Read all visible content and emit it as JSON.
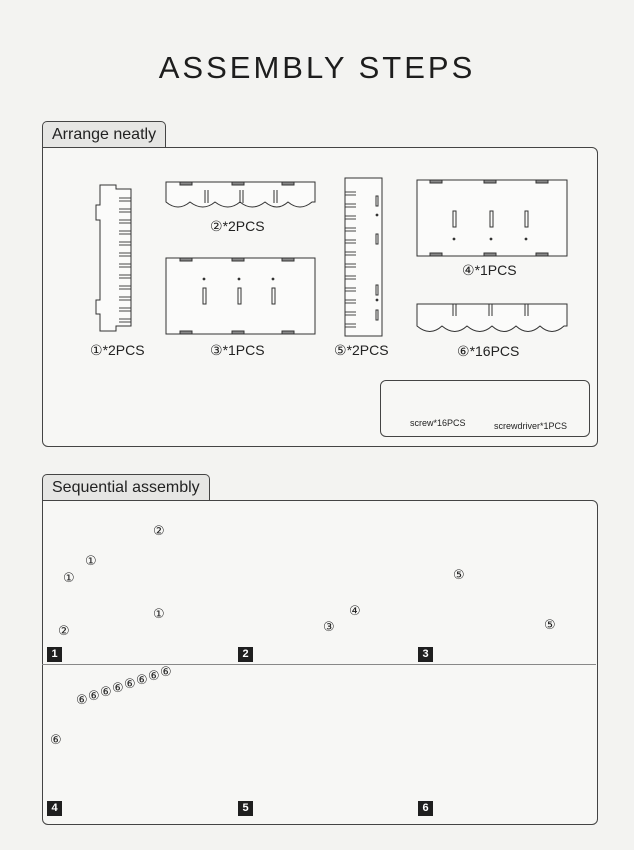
{
  "title": "ASSEMBLY STEPS",
  "sections": {
    "arrange": "Arrange neatly",
    "sequential": "Sequential assembly"
  },
  "parts": [
    {
      "num": "①",
      "qty": "*2PCS"
    },
    {
      "num": "②",
      "qty": "*2PCS"
    },
    {
      "num": "③",
      "qty": "*1PCS"
    },
    {
      "num": "④",
      "qty": "*1PCS"
    },
    {
      "num": "⑤",
      "qty": "*2PCS"
    },
    {
      "num": "⑥",
      "qty": "*16PCS"
    }
  ],
  "tools": [
    {
      "name": "screw",
      "qty": "*16PCS"
    },
    {
      "name": "screwdriver",
      "qty": "*1PCS"
    }
  ],
  "steps": [
    "1",
    "2",
    "3",
    "4",
    "5",
    "6"
  ],
  "callouts": {
    "s1": [
      "②",
      "①",
      "①",
      "①",
      "②"
    ],
    "s2": [
      "④",
      "③"
    ],
    "s3": [
      "⑤",
      "⑤"
    ],
    "s4_top": [
      "⑥",
      "⑥",
      "⑥",
      "⑥",
      "⑥",
      "⑥",
      "⑥",
      "⑥"
    ],
    "s4_side": "⑥"
  }
}
